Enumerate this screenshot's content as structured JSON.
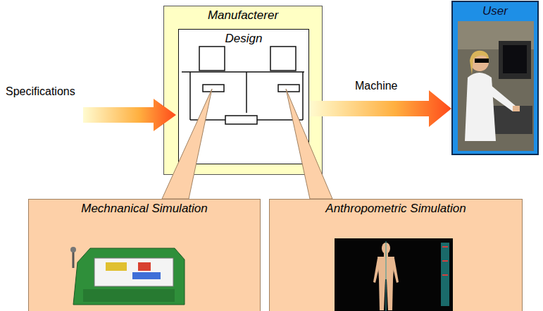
{
  "diagram": {
    "nodes": [
      {
        "text": [
          "Manufacterer"
        ]
      },
      {
        "text": [
          "Design"
        ],
        "in": 0
      },
      {
        "text": [
          "User"
        ]
      },
      {
        "text": [
          "Mechnanical Simulation"
        ]
      },
      {
        "text": [
          "Anthropometric Simulation"
        ]
      }
    ],
    "edges": [
      {
        "from": 1,
        "to": 2,
        "label": "Machine",
        "arrow": "to"
      },
      {
        "from": 3,
        "to": 1,
        "arrow": "none"
      },
      {
        "from": 4,
        "to": 1,
        "arrow": "none"
      }
    ],
    "labels": [
      "Specifications"
    ]
  }
}
